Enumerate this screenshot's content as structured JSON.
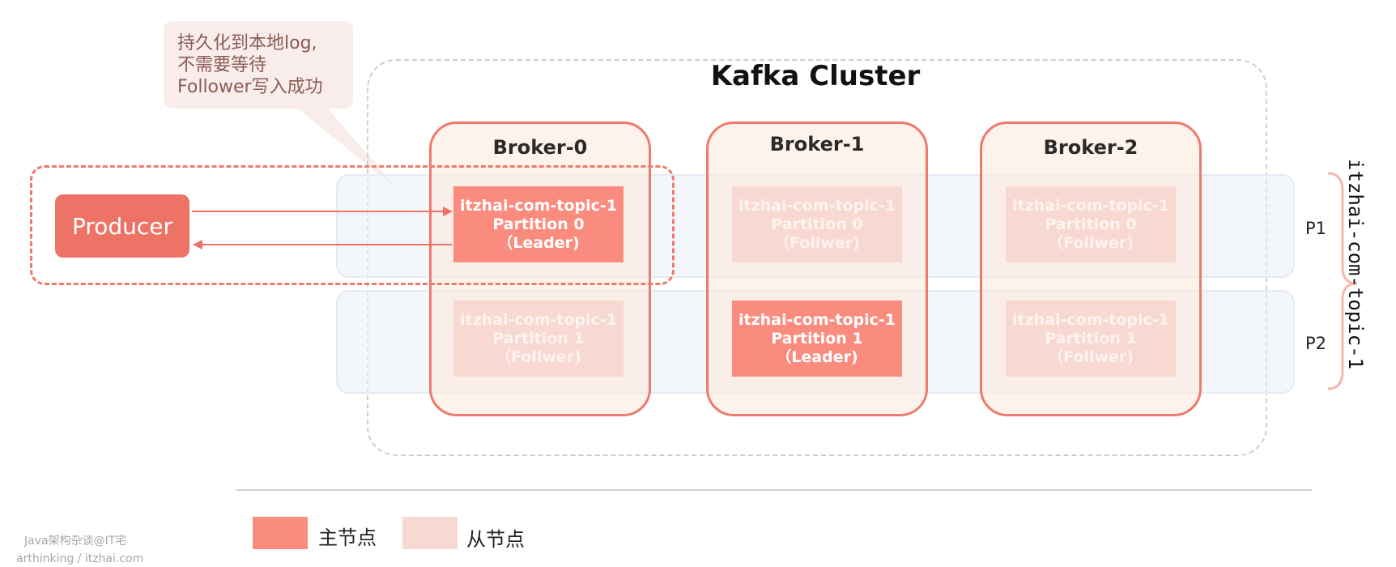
{
  "cluster_title": "Kafka Cluster",
  "callout": [
    "持久化到本地log,",
    "不需要等待",
    "Follower写入成功"
  ],
  "producer_label": "Producer",
  "brokers": [
    {
      "title": "Broker-0",
      "p0": {
        "line1": "itzhai-com-topic-1",
        "line2": "Partition 0",
        "line3": "（Leader)"
      },
      "p1": {
        "line1": "itzhai-com-topic-1",
        "line2": "Partition 1",
        "line3": "（Follwer)"
      }
    },
    {
      "title": "Broker-1",
      "p0": {
        "line1": "itzhai-com-topic-1",
        "line2": "Partition 0",
        "line3": "（Follwer)"
      },
      "p1": {
        "line1": "itzhai-com-topic-1",
        "line2": "Partition 1",
        "line3": "（Leader)"
      }
    },
    {
      "title": "Broker-2",
      "p0": {
        "line1": "itzhai-com-topic-1",
        "line2": "Partition 0",
        "line3": "（Follwer)"
      },
      "p1": {
        "line1": "itzhai-com-topic-1",
        "line2": "Partition 1",
        "line3": "（Follwer)"
      }
    }
  ],
  "partition_labels": {
    "p1": "P1",
    "p2": "P2"
  },
  "topic_name": "itzhai-com-topic-1",
  "legend": {
    "leader": "主节点",
    "follower": "从节点"
  },
  "watermark": {
    "line1": "Java架构杂谈@IT宅",
    "line2": "arthinking / itzhai.com"
  },
  "colors": {
    "leader": "#fa8c7f",
    "follower": "#f8d9d2",
    "accent": "#ee7a6c",
    "broker_fill": "#fdead8"
  }
}
